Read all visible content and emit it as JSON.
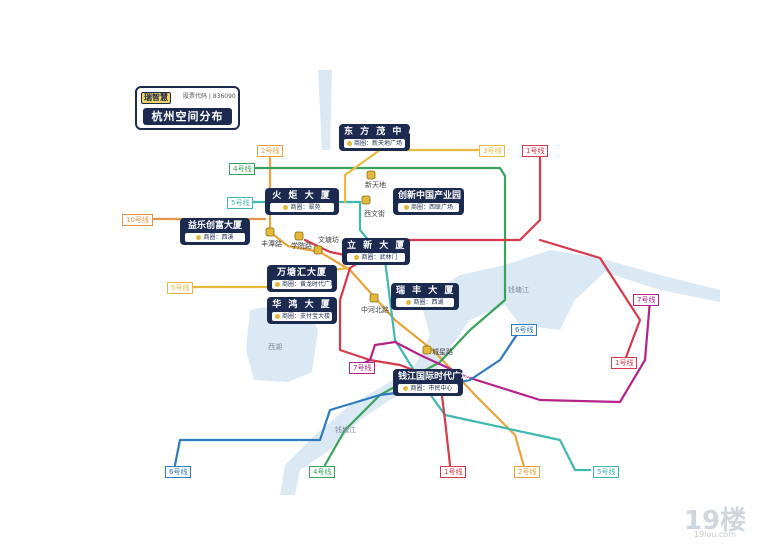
{
  "header": {
    "logo": "瑞智慧",
    "stock_code": "股票代码 | 836090",
    "title": "杭州空间分布"
  },
  "buildings": [
    {
      "name": "东 方 茂 中 心",
      "sub": "商圈：新天地广场"
    },
    {
      "name": "创新中国产业园",
      "sub": "商圈：西联广场"
    },
    {
      "name": "火 炬 大 厦",
      "sub": "商圈：翠苑"
    },
    {
      "name": "益乐创富大厦",
      "sub": "商圈：西溪"
    },
    {
      "name": "立 新 大 厦",
      "sub": "商圈：武林门"
    },
    {
      "name": "万塘汇大厦",
      "sub": "商圈：黄龙时代广场"
    },
    {
      "name": "华 鸿 大 厦",
      "sub": "商圈：支付宝大楼"
    },
    {
      "name": "瑞 丰 大 厦",
      "sub": "商圈：西湖"
    },
    {
      "name": "钱江国际时代广场",
      "sub": "商圈：市民中心"
    }
  ],
  "line_tags": [
    {
      "label": "2号线",
      "color": "#e8a33c"
    },
    {
      "label": "4号线",
      "color": "#3aa35b"
    },
    {
      "label": "5号线",
      "color": "#3fb8b0"
    },
    {
      "label": "10号线",
      "color": "#e8934a"
    },
    {
      "label": "3号线",
      "color": "#e8b93c"
    },
    {
      "label": "5号线",
      "color": "#e8b93c"
    },
    {
      "label": "1号线",
      "color": "#d53a4a"
    },
    {
      "label": "7号线",
      "color": "#b5238a"
    },
    {
      "label": "6号线",
      "color": "#2f7bbf"
    },
    {
      "label": "7号线",
      "color": "#b5238a"
    },
    {
      "label": "1号线",
      "color": "#d53a4a"
    },
    {
      "label": "6号线",
      "color": "#2f7bbf"
    },
    {
      "label": "4号线",
      "color": "#3aa35b"
    },
    {
      "label": "1号线",
      "color": "#d53a4a"
    },
    {
      "label": "2号线",
      "color": "#e8a33c"
    },
    {
      "label": "5号线",
      "color": "#3fb8b0"
    }
  ],
  "stations": [
    "新天地",
    "西文街",
    "丰潭路",
    "学院路",
    "文塘坊",
    "中河北路",
    "城星路"
  ],
  "water": [
    "西湖",
    "钱塘江",
    "钱塘江"
  ],
  "watermark": {
    "big": "19楼",
    "small": "19lou.com"
  },
  "colors": {
    "navy": "#1c2a4f",
    "river": "#dbe9f4"
  }
}
